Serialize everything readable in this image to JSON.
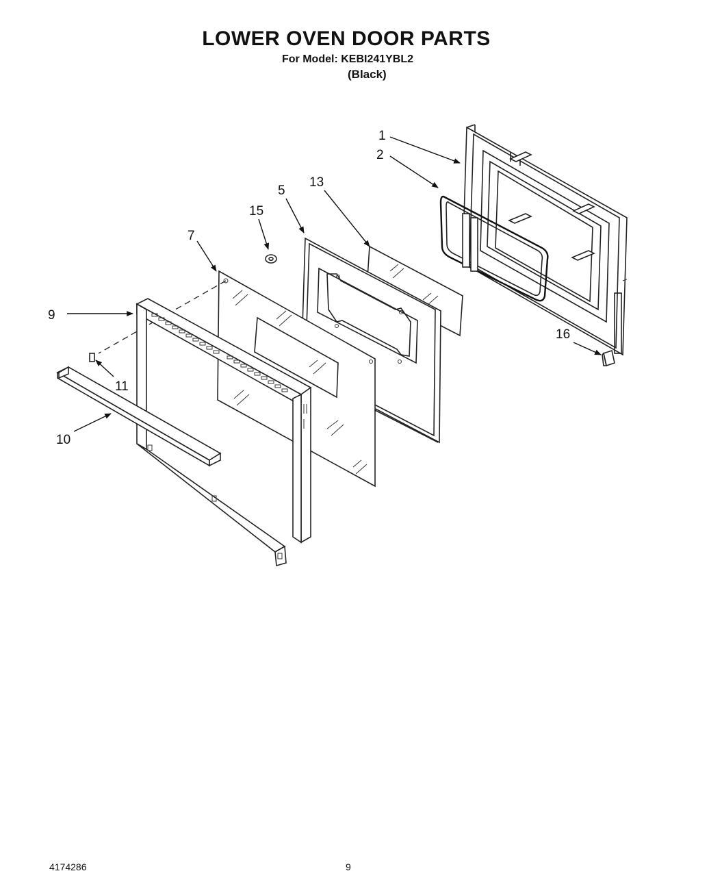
{
  "header": {
    "title": "LOWER OVEN DOOR PARTS",
    "model_line": "For Model: KEBI241YBL2",
    "variant": "(Black)"
  },
  "diagram": {
    "callouts": [
      "1",
      "2",
      "5",
      "13",
      "15",
      "7",
      "9",
      "11",
      "10",
      "16"
    ]
  },
  "footer": {
    "doc_number": "4174286",
    "page_number": "9"
  }
}
